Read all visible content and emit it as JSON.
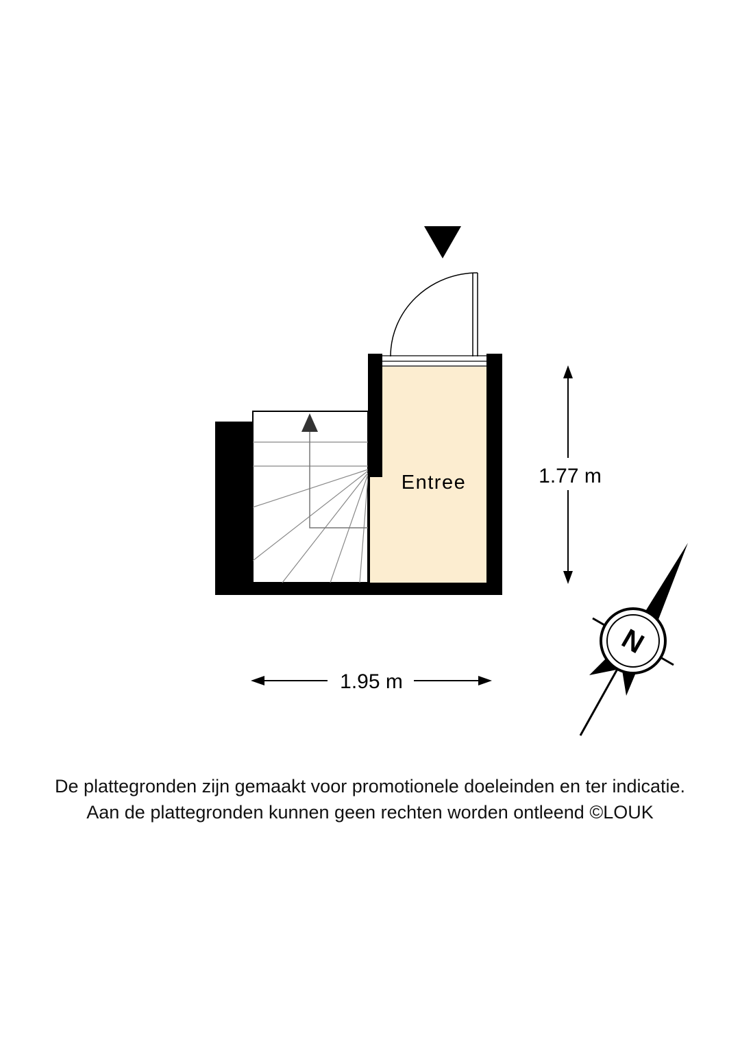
{
  "floorplan": {
    "room": {
      "name": "Entree",
      "fill": "#fcedd0"
    },
    "dimensions": {
      "height_label": "1.77 m",
      "width_label": "1.95 m"
    },
    "icons": [
      "entrance-marker-icon",
      "stair-direction-arrow-icon",
      "compass-north-icon"
    ],
    "compass": {
      "letter": "N"
    },
    "colors": {
      "walls": "#000000",
      "stairs_lines": "#888888"
    }
  },
  "disclaimer": {
    "line1": "De plattegronden zijn gemaakt voor promotionele doeleinden en ter indicatie.",
    "line2": "Aan de plattegronden kunnen geen rechten worden ontleend ©LOUK"
  }
}
